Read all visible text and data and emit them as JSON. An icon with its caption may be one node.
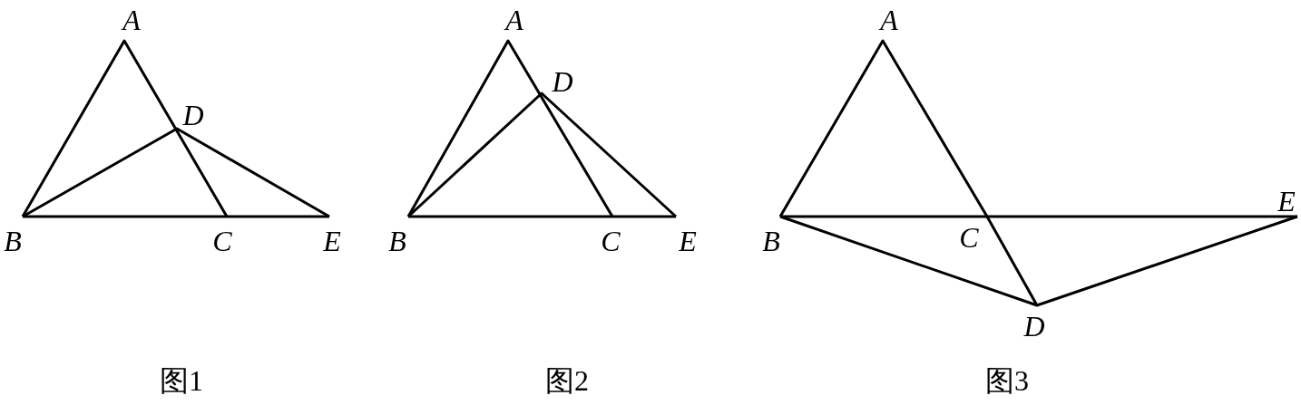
{
  "diagram": {
    "labels": [
      "A",
      "D",
      "B",
      "C",
      "E",
      "图1",
      "A",
      "D",
      "B",
      "C",
      "E",
      "图2",
      "A",
      "B",
      "C",
      "E",
      "D",
      "图3"
    ]
  }
}
